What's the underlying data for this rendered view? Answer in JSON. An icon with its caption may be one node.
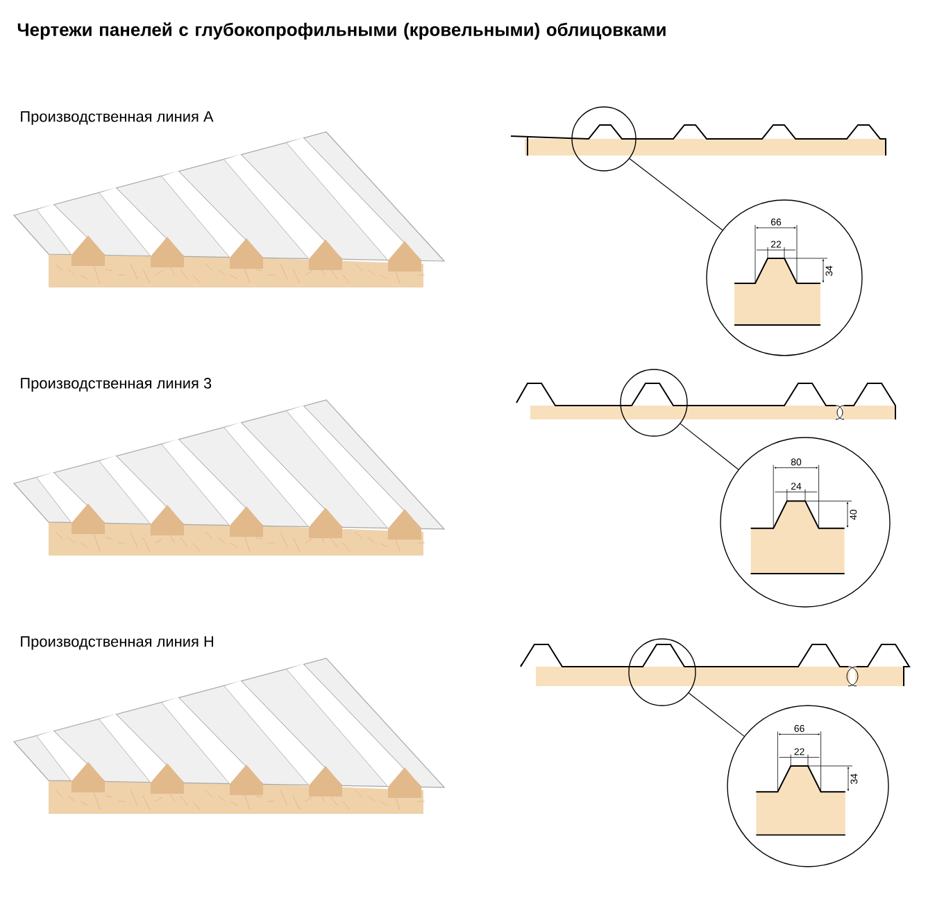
{
  "diagram": {
    "title": "Чертежи панелей с глубокопрофильными (кровельными) облицовками",
    "nodes": [
      {
        "text": [],
        "shape": "circle"
      },
      {
        "text": [
          "66",
          "22",
          "34"
        ]
      },
      {
        "text": [],
        "shape": "circle"
      },
      {
        "text": [
          "80",
          "24",
          "40"
        ]
      },
      {
        "text": [],
        "shape": "circle"
      },
      {
        "text": [
          "66",
          "22",
          "34"
        ]
      }
    ],
    "edges": [
      {
        "from": 0,
        "to": 1,
        "arrow": "none"
      },
      {
        "from": 2,
        "to": 3,
        "arrow": "none"
      },
      {
        "from": 4,
        "to": 5,
        "arrow": "none"
      }
    ],
    "labels": [
      "Производственная линия A",
      "Производственная линия 3",
      "Производственная линия H"
    ]
  }
}
